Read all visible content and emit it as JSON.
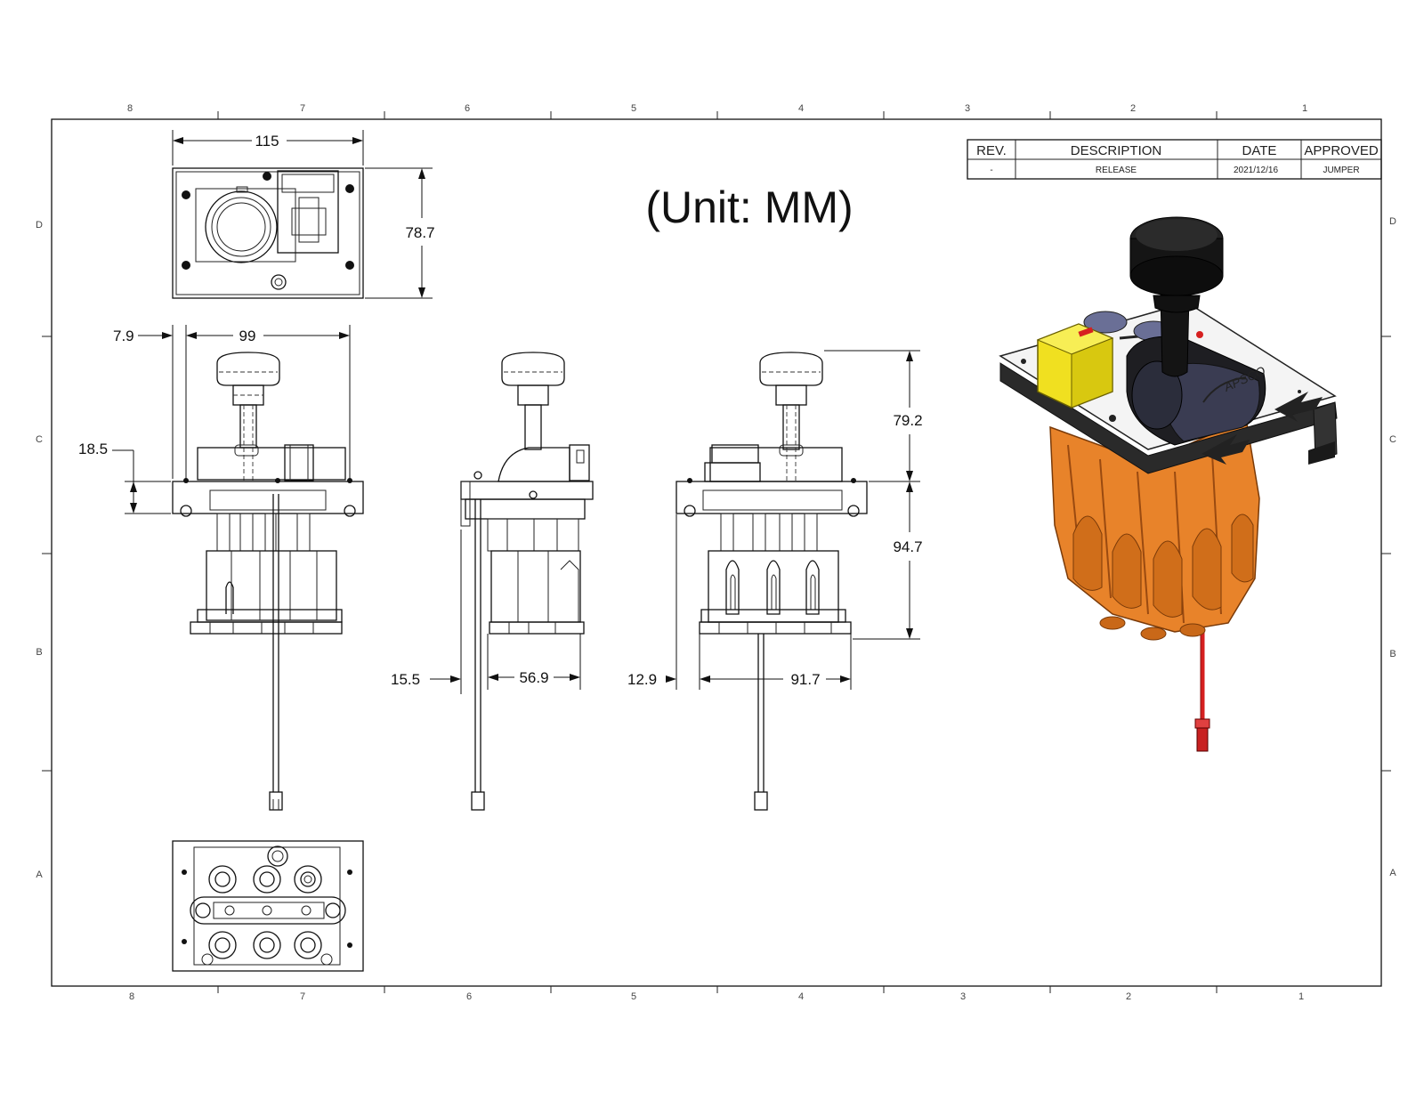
{
  "zones_top": [
    "8",
    "7",
    "6",
    "5",
    "4",
    "3",
    "2",
    "1"
  ],
  "zones_bottom": [
    "8",
    "7",
    "6",
    "5",
    "4",
    "3",
    "2",
    "1"
  ],
  "zones_left": [
    "D",
    "C",
    "B",
    "A"
  ],
  "zones_right": [
    "D",
    "C",
    "B",
    "A"
  ],
  "title": "(Unit: MM)",
  "revision_table": {
    "headers": {
      "rev": "REV.",
      "description": "DESCRIPTION",
      "date": "DATE",
      "approved": "APPROVED"
    },
    "row": {
      "rev": "-",
      "description": "RELEASE",
      "date": "2021/12/16",
      "approved": "JUMPER"
    }
  },
  "dimensions": {
    "top_width": "115",
    "top_height": "78.7",
    "front_flange": "7.9",
    "front_width": "99",
    "front_plate_height": "18.5",
    "side_offset": "15.5",
    "side_width": "56.9",
    "rear_offset": "12.9",
    "rear_width": "91.7",
    "rear_upper_height": "79.2",
    "rear_lower_height": "94.7"
  },
  "colors": {
    "body_orange": "#e8832a",
    "knob_black": "#151515",
    "lock_yellow": "#f0e020",
    "plate_white": "#f4f4f4",
    "frame_dark": "#2a2a2a",
    "valve_blue": "#6a6f96",
    "wire_red": "#d62020"
  },
  "iso_labels": {
    "brand": "APSCO"
  }
}
